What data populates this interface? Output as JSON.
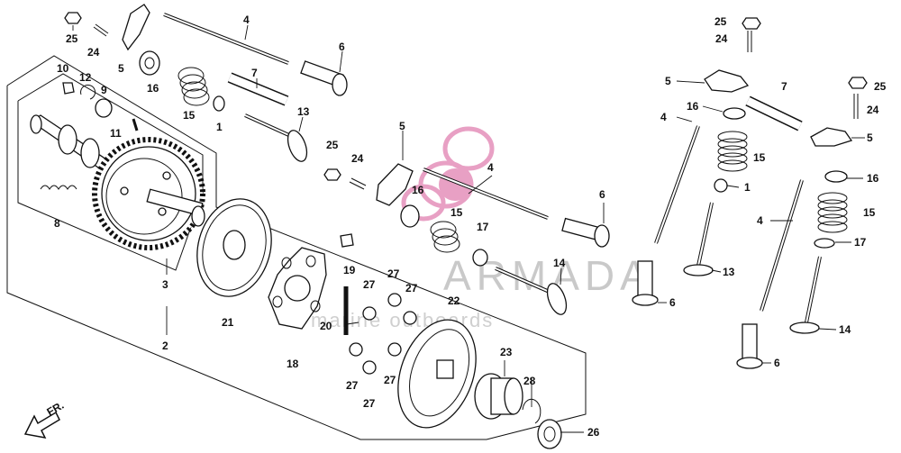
{
  "watermark": {
    "brand": "ARMADA",
    "tagline": "marine outboards",
    "logo_color": "#e8a0c4"
  },
  "direction": {
    "label": "FR."
  },
  "callouts": {
    "c1": "1",
    "c1b": "1",
    "c1c": "1",
    "c2": "2",
    "c3": "3",
    "c4": "4",
    "c4b": "4",
    "c4c": "4",
    "c4d": "4",
    "c5": "5",
    "c5b": "5",
    "c5c": "5",
    "c5d": "5",
    "c6": "6",
    "c6b": "6",
    "c6c": "6",
    "c6d": "6",
    "c7": "7",
    "c7b": "7",
    "c8": "8",
    "c9": "9",
    "c10": "10",
    "c11": "11",
    "c12": "12",
    "c13": "13",
    "c13b": "13",
    "c14": "14",
    "c14b": "14",
    "c15": "15",
    "c15b": "15",
    "c15c": "15",
    "c15d": "15",
    "c16": "16",
    "c16b": "16",
    "c16c": "16",
    "c16d": "16",
    "c17": "17",
    "c17b": "17",
    "c18": "18",
    "c19": "19",
    "c20": "20",
    "c21": "21",
    "c22": "22",
    "c23": "23",
    "c24": "24",
    "c24b": "24",
    "c24c": "24",
    "c24d": "24",
    "c25": "25",
    "c25b": "25",
    "c25c": "25",
    "c25d": "25",
    "c26": "26",
    "c27a": "27",
    "c27b": "27",
    "c27c": "27",
    "c27d": "27",
    "c27e": "27",
    "c27f": "27",
    "c28": "28"
  }
}
